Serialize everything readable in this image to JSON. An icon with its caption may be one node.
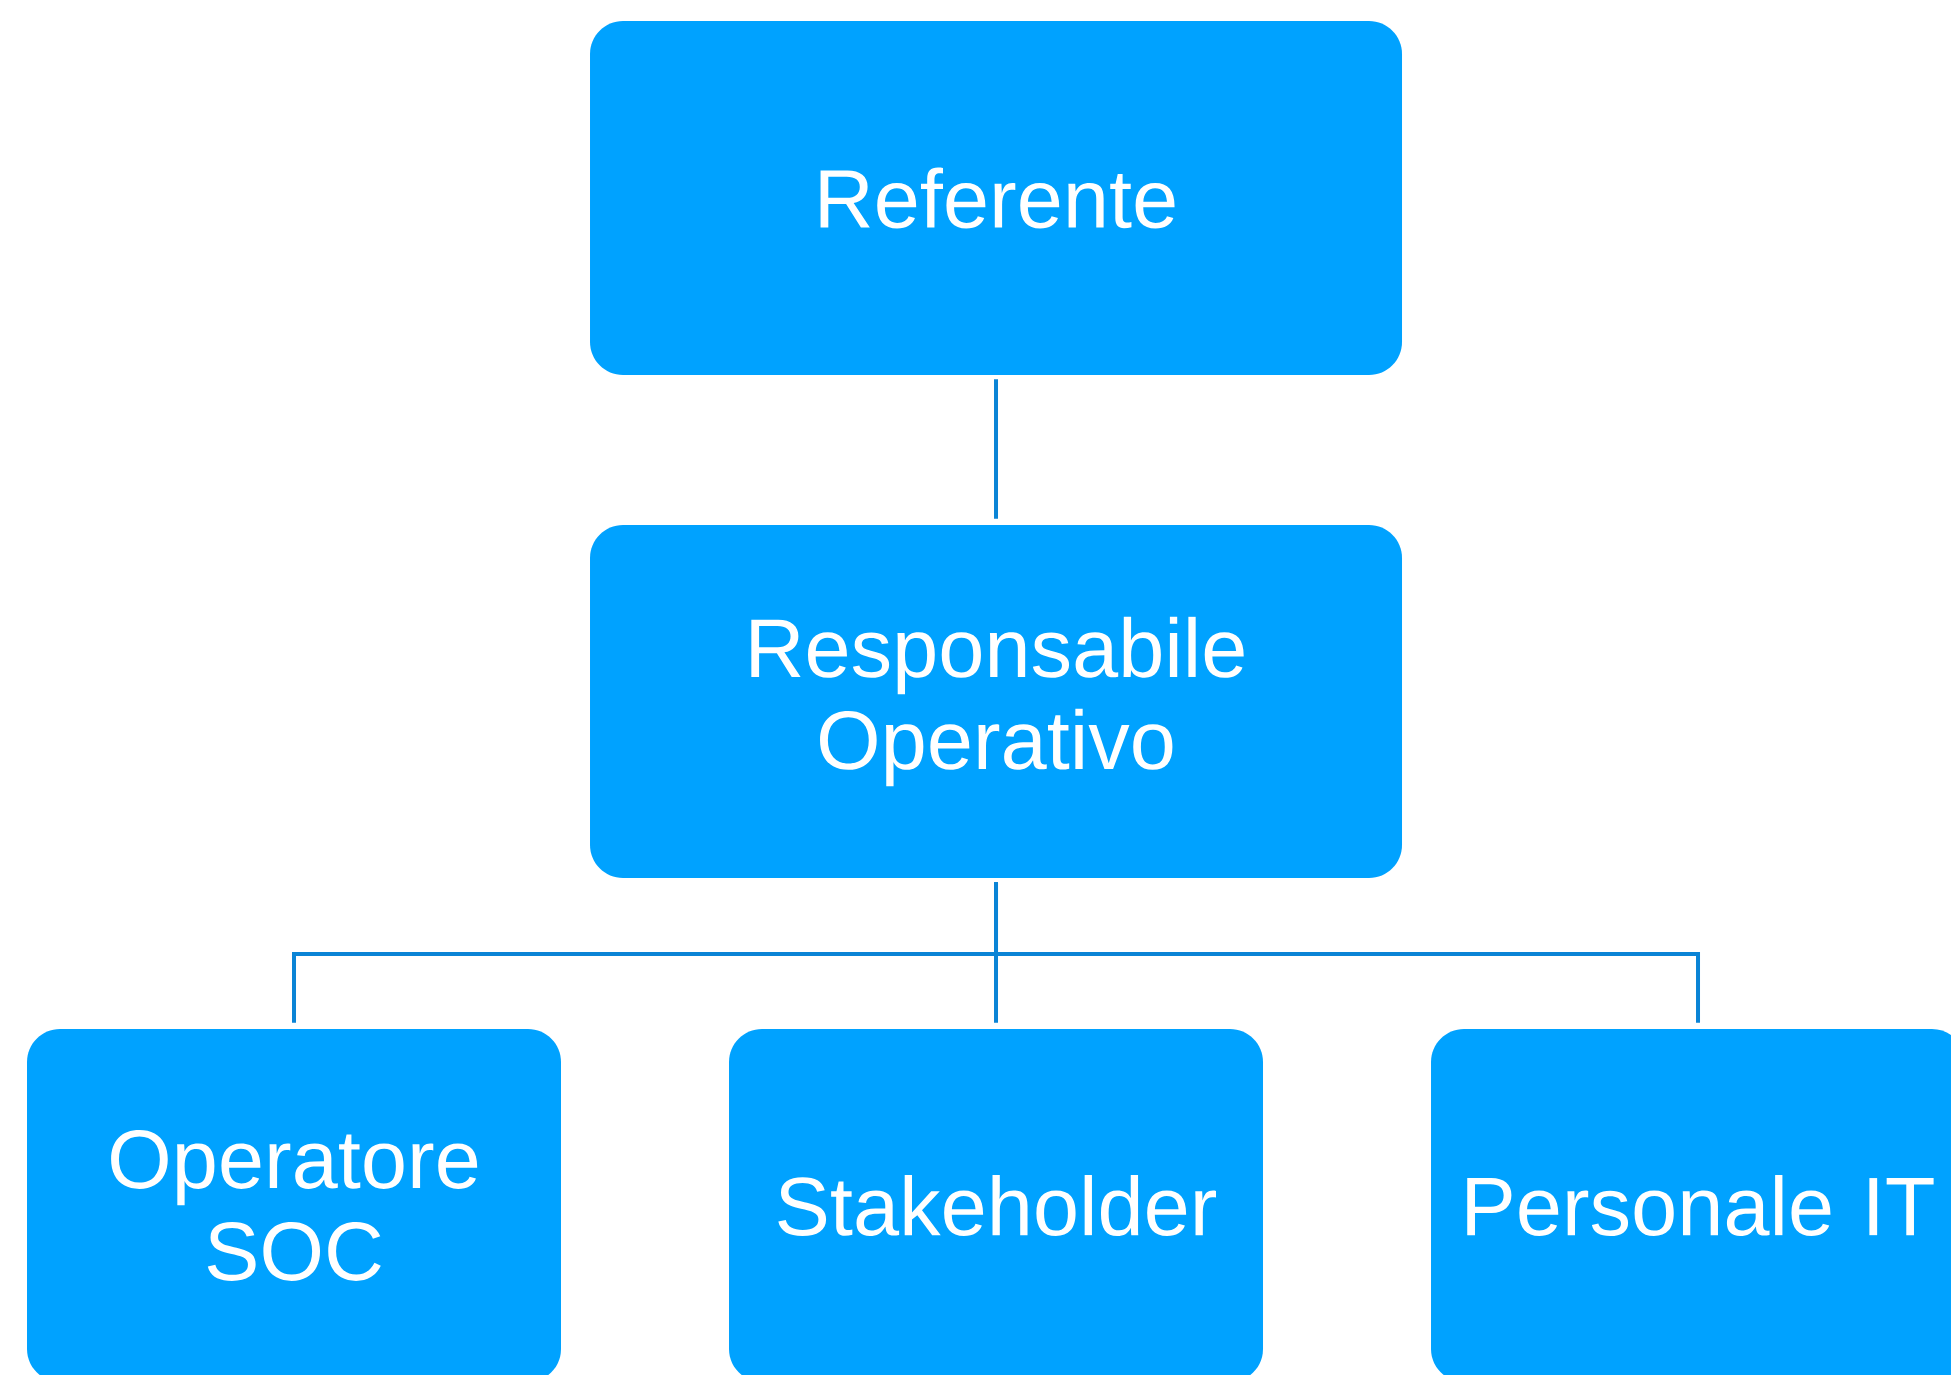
{
  "diagram": {
    "nodes": [
      {
        "text": [
          "Referente"
        ]
      },
      {
        "text": [
          "Responsabile Operativo"
        ]
      },
      {
        "text": [
          "Operatore SOC"
        ]
      },
      {
        "text": [
          "Stakeholder"
        ]
      },
      {
        "text": [
          "Personale IT"
        ]
      }
    ],
    "edges": [
      {
        "from": 0,
        "to": 1,
        "arrow": "none"
      },
      {
        "from": 1,
        "to": 2,
        "arrow": "none"
      },
      {
        "from": 1,
        "to": 3,
        "arrow": "none"
      },
      {
        "from": 1,
        "to": 4,
        "arrow": "none"
      }
    ]
  }
}
